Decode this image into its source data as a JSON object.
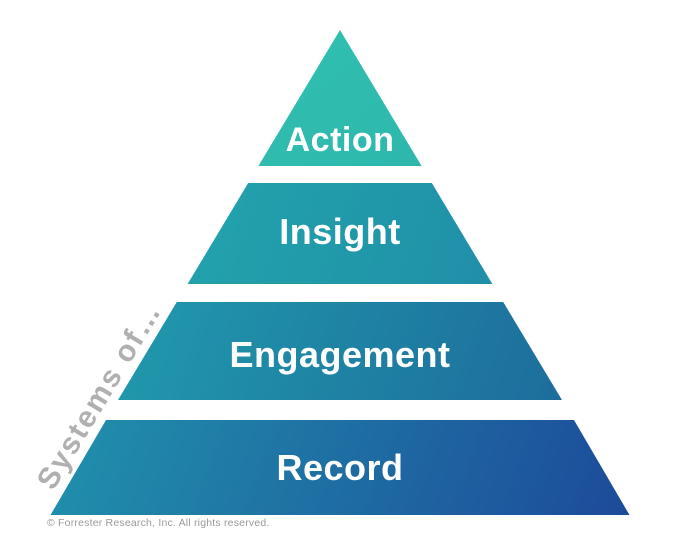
{
  "diagram": {
    "type": "pyramid",
    "axis_label": "Systems of…",
    "layers": [
      {
        "label": "Action",
        "color_start": "#31C8B5",
        "color_end": "#2BA4A2",
        "gradient": "linear-gradient(140deg, #31C8B5 0%, #2BA4A2 100%)"
      },
      {
        "label": "Insight",
        "color_start": "#23B2AE",
        "color_end": "#1F7EA6",
        "gradient": "linear-gradient(110deg, #23B2AE 0%, #1F7EA6 100%)"
      },
      {
        "label": "Engagement",
        "color_start": "#21AFB4",
        "color_end": "#1D5C96",
        "gradient": "linear-gradient(110deg, #21AFB4 0%, #1D5C96 100%)"
      },
      {
        "label": "Record",
        "color_start": "#22A9B2",
        "color_end": "#1C4298",
        "gradient": "linear-gradient(110deg, #22A9B2 0%, #1C4298 100%)"
      }
    ],
    "label_text_color": "#FFFFFF",
    "axis_label_color": "#B0B0B0",
    "footer": "© Forrester Research, Inc. All rights reserved."
  }
}
